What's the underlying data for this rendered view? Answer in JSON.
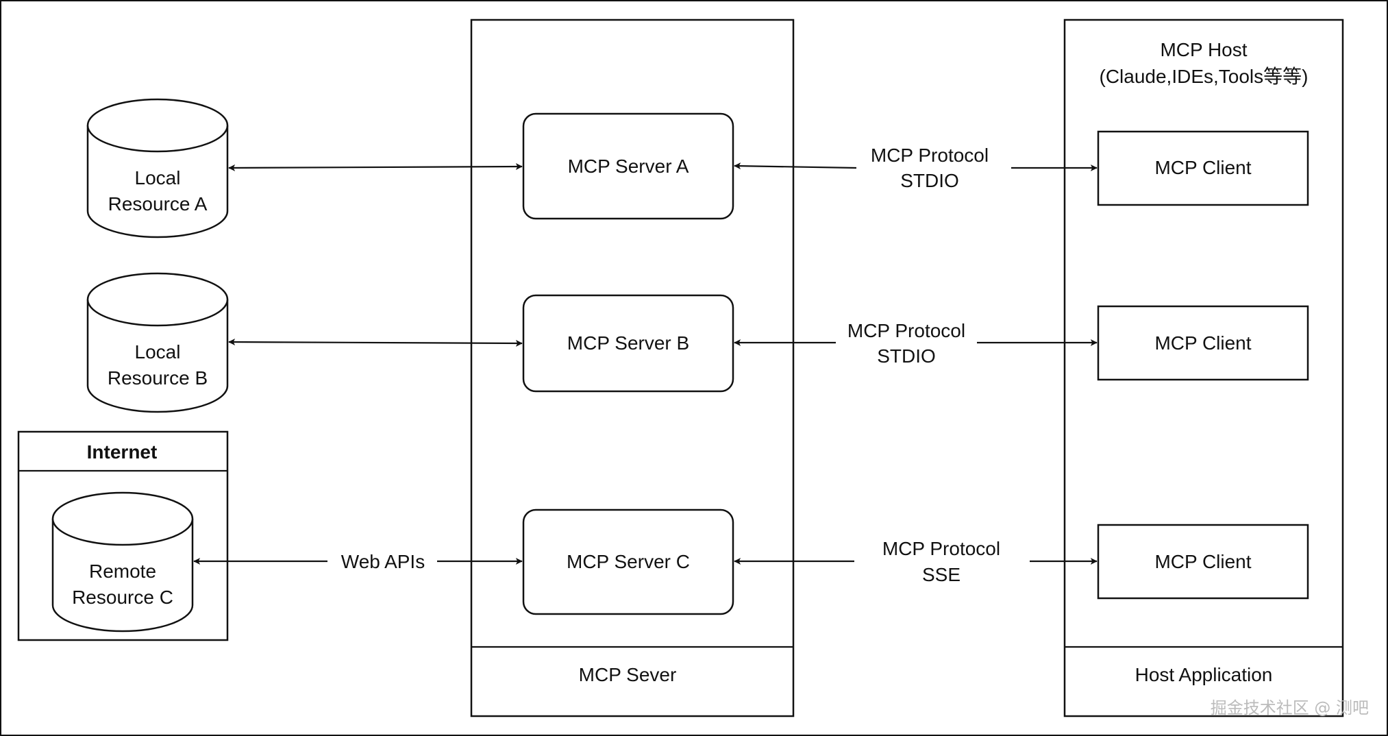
{
  "groups": {
    "mcp_server": {
      "footer": "MCP Sever"
    },
    "host_app": {
      "title_line1": "MCP Host",
      "title_line2": "(Claude,IDEs,Tools等等)",
      "footer": "Host Application"
    },
    "internet": {
      "title": "Internet"
    }
  },
  "resources": {
    "local_a": {
      "line1": "Local",
      "line2": "Resource A"
    },
    "local_b": {
      "line1": "Local",
      "line2": "Resource B"
    },
    "remote_c": {
      "line1": "Remote",
      "line2": "Resource C"
    }
  },
  "servers": {
    "a": "MCP Server A",
    "b": "MCP Server B",
    "c": "MCP Server C"
  },
  "clients": {
    "a": "MCP Client",
    "b": "MCP Client",
    "c": "MCP Client"
  },
  "links": {
    "web_apis": "Web APIs",
    "protocol_a": {
      "line1": "MCP Protocol",
      "line2": "STDIO"
    },
    "protocol_b": {
      "line1": "MCP Protocol",
      "line2": "STDIO"
    },
    "protocol_c": {
      "line1": "MCP Protocol",
      "line2": "SSE"
    }
  },
  "watermark": "掘金技术社区 @ 测吧"
}
